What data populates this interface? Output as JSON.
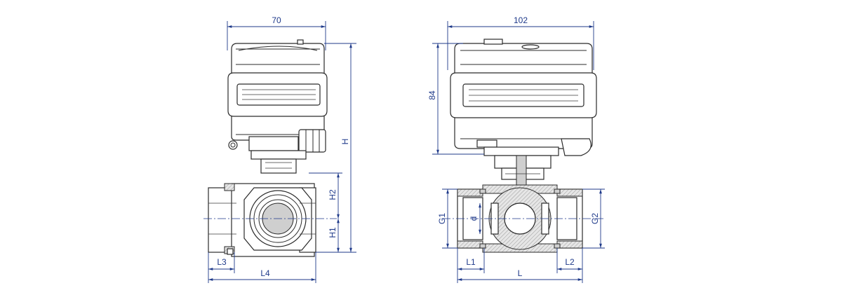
{
  "dimensions": {
    "left_view": {
      "width_70": "70",
      "H": "H",
      "H2": "H2",
      "H1": "H1",
      "L3": "L3",
      "L4": "L4"
    },
    "right_view": {
      "width_102": "102",
      "height_84": "84",
      "G1": "G1",
      "d": "d",
      "G2": "G2",
      "L1": "L1",
      "L": "L",
      "L2": "L2"
    }
  },
  "colors": {
    "dimension_line": "#1f3a8a",
    "outline": "#2b2b2b",
    "hatch": "#cfcfcf"
  }
}
